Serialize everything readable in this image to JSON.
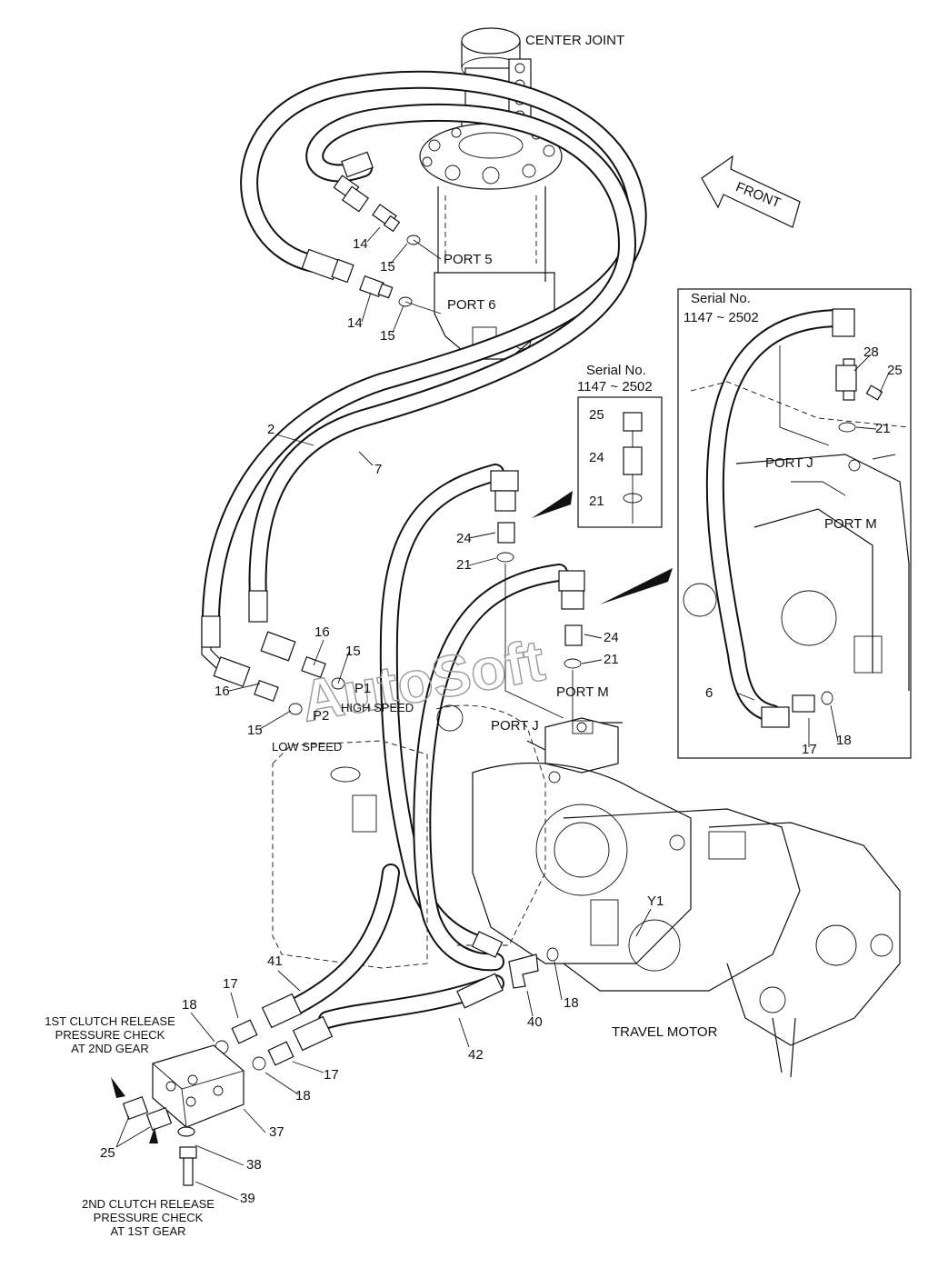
{
  "labels": {
    "center_joint": "CENTER JOINT",
    "front": "FRONT",
    "port5": "PORT 5",
    "port6": "PORT 6",
    "portM_main": "PORT M",
    "portJ_main": "PORT J",
    "portJ_inset": "PORT J",
    "portM_inset": "PORT M",
    "p1": "P1",
    "p2": "P2",
    "high_speed": "HIGH SPEED",
    "low_speed": "LOW SPEED",
    "y1": "Y1",
    "travel_motor": "TRAVEL MOTOR",
    "watermark": "AutoSoft"
  },
  "insets": {
    "small": {
      "title": "Serial No.",
      "range": "1147 ~ 2502"
    },
    "large": {
      "title": "Serial No.",
      "range": "1147 ~ 2502"
    }
  },
  "notes": {
    "first_clutch": [
      "1ST CLUTCH RELEASE",
      "PRESSURE CHECK",
      "AT 2ND GEAR"
    ],
    "second_clutch": [
      "2ND CLUTCH RELEASE",
      "PRESSURE CHECK",
      "AT 1ST GEAR"
    ]
  },
  "parts": {
    "p2": "2",
    "p7": "7",
    "p6": "6",
    "p14a": "14",
    "p14b": "14",
    "p15a": "15",
    "p15b": "15",
    "p15c": "15",
    "p15d": "15",
    "p16a": "16",
    "p16b": "16",
    "p17a": "17",
    "p17b": "17",
    "p17c": "17",
    "p18a": "18",
    "p18b": "18",
    "p18c": "18",
    "p18d": "18",
    "p21a": "21",
    "p21b": "21",
    "p21c": "21",
    "p21d": "21",
    "p24a": "24",
    "p24b": "24",
    "p24c": "24",
    "p25a": "25",
    "p25b": "25",
    "p25c": "25",
    "p28": "28",
    "p37": "37",
    "p38": "38",
    "p39": "39",
    "p40": "40",
    "p41": "41",
    "p42": "42"
  }
}
